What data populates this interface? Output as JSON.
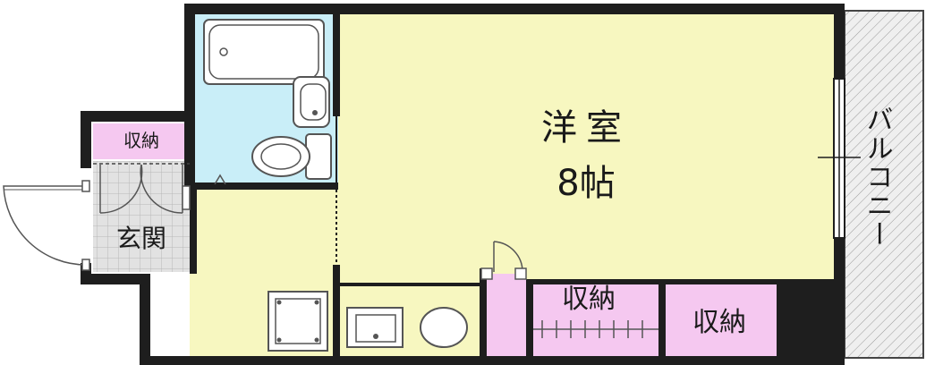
{
  "colors": {
    "wall": "#1e1e1e",
    "room_fill": "#f7f7c0",
    "bath_fill": "#c9eef8",
    "storage_fill": "#f5c8f0",
    "entrance_tile": "#d8d8d8",
    "balcony_fill": "#e8e8e8",
    "fixture_stroke": "#555555"
  },
  "rooms": {
    "western_room_name": "洋室",
    "western_room_size": "8帖",
    "storage_upper_left": "収納",
    "entrance": "玄関",
    "storage_center": "収納",
    "storage_right": "収納",
    "balcony": "バルコニー"
  }
}
